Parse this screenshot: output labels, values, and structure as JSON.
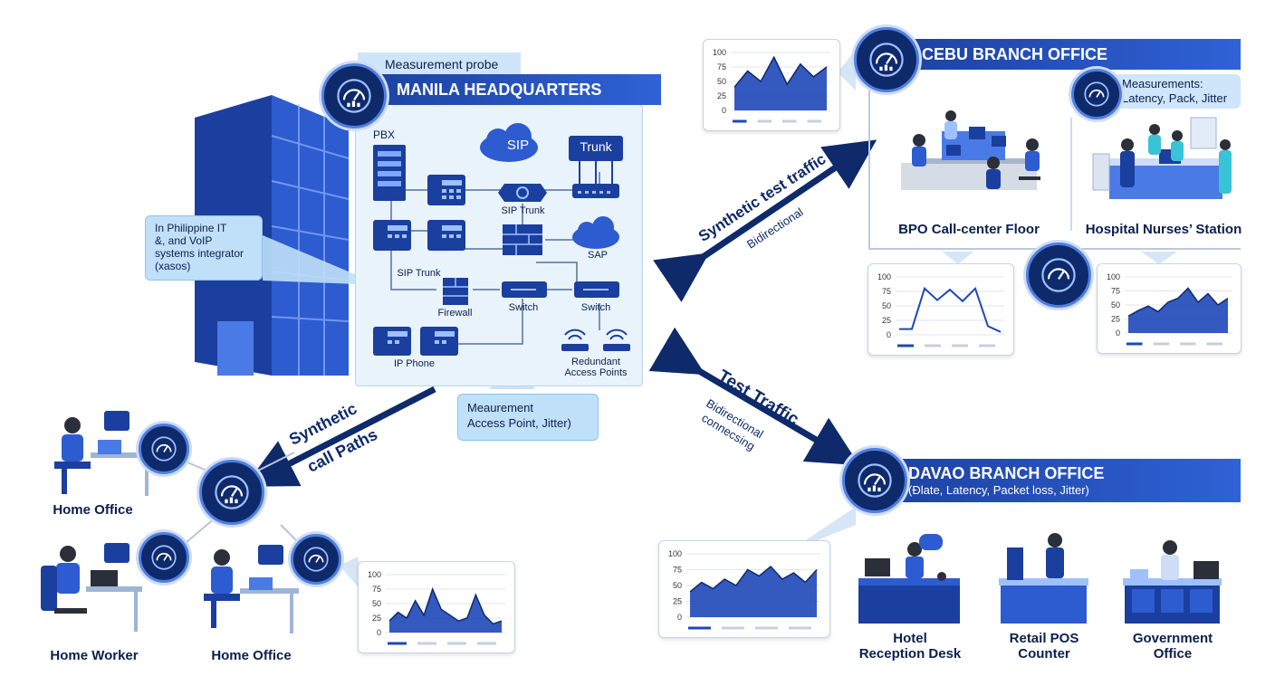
{
  "manila": {
    "probe_tag": "Measurement probe",
    "title": "MANILA HEADQUARTERS",
    "devices": {
      "pbx": "PBX",
      "sip_cloud": "SIP",
      "trunk": "Trunk",
      "sip_trunk_top": "SIP Trunk",
      "sap": "SAP",
      "sip_trunk_left": "SIP Trunk",
      "firewall": "Firewall",
      "switch1": "Switch",
      "switch2": "Switch",
      "ip_phone": "IP Phone",
      "ap": "Redundant\nAccess Points"
    },
    "integrator_callout": "In Philippine IT\n&, and VoIP\nsystems integrator\n(хasos)",
    "measurement_callout": "Meaurement\nAccess Point, Jitter)"
  },
  "cebu": {
    "title": "CEBU BRANCH OFFICE",
    "measurements": "Measurements:\nLatency, Pack, Jitter",
    "site1": "BPO Call-center Floor",
    "site2": "Hospital Nurses’ Station"
  },
  "davao": {
    "title": "DAVAO BRANCH OFFICE",
    "subtitle": "(Ðlate, Latency, Packet loss, Jitter)",
    "site1": "Hotel\nReception Desk",
    "site2": "Retail POS\nCounter",
    "site3": "Government\nOffice"
  },
  "remote": {
    "site1": "Home Office",
    "site2": "Home Worker",
    "site3": "Home Office"
  },
  "links": {
    "cebu_label1": "Synthetic test traffic",
    "cebu_label2": "Bidirectional",
    "davao_label1": "Test Traffic",
    "davao_label2": "Bidirectional",
    "davao_label3": "connecsing",
    "remote_label1": "Synthetic",
    "remote_label2": "call Paths"
  },
  "colors": {
    "navy": "#0e2a6b",
    "blue": "#1e47b8",
    "light": "#bfe0f8"
  },
  "chart_data": [
    {
      "type": "area",
      "name": "cebu-top",
      "yticks": [
        "100",
        "75",
        "50",
        "25",
        "0"
      ],
      "ylim": [
        0,
        100
      ],
      "values": [
        40,
        68,
        50,
        92,
        45,
        80,
        58,
        75
      ]
    },
    {
      "type": "line",
      "name": "cebu-bpo",
      "yticks": [
        "100",
        "75",
        "50",
        "25",
        "0"
      ],
      "ylim": [
        0,
        100
      ],
      "values": [
        10,
        10,
        80,
        60,
        78,
        58,
        80,
        15,
        5
      ]
    },
    {
      "type": "area",
      "name": "cebu-hospital",
      "yticks": [
        "100",
        "75",
        "50",
        "25",
        "0"
      ],
      "ylim": [
        0,
        100
      ],
      "values": [
        30,
        40,
        48,
        38,
        55,
        62,
        80,
        55,
        70,
        50,
        62
      ]
    },
    {
      "type": "area",
      "name": "davao",
      "yticks": [
        "100",
        "75",
        "50",
        "25",
        "0"
      ],
      "ylim": [
        0,
        100
      ],
      "values": [
        40,
        55,
        45,
        60,
        50,
        75,
        65,
        80,
        60,
        70,
        55,
        75
      ]
    },
    {
      "type": "area",
      "name": "remote",
      "yticks": [
        "100",
        "75",
        "50",
        "25",
        "0"
      ],
      "ylim": [
        0,
        100
      ],
      "values": [
        20,
        35,
        25,
        55,
        30,
        75,
        40,
        30,
        20,
        25,
        65,
        30,
        15,
        20
      ]
    }
  ]
}
